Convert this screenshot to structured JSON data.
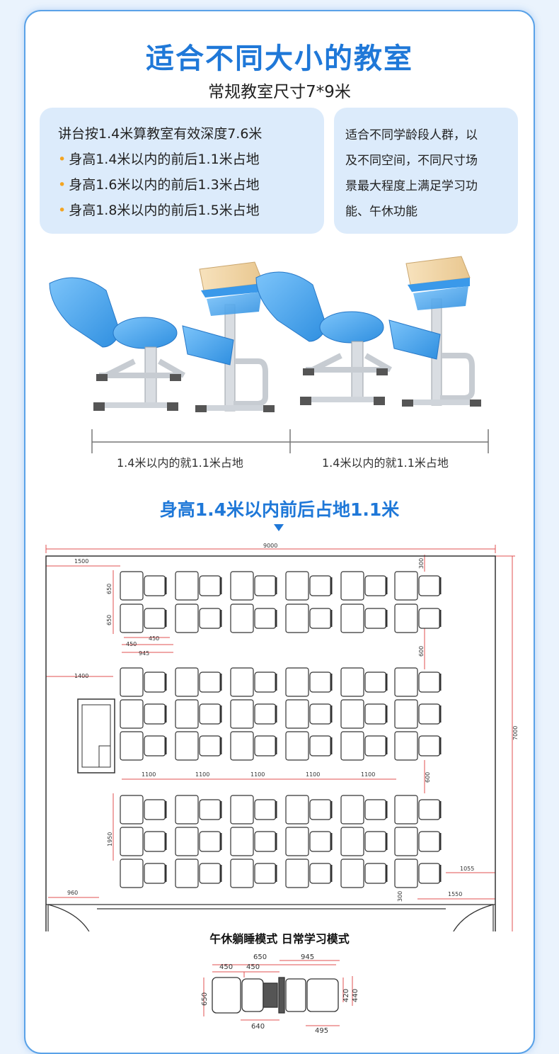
{
  "header": {
    "title": "适合不同大小的教室",
    "subtitle": "常规教室尺寸7*9米"
  },
  "left_card": {
    "heading": "讲台按1.4米算教室有效深度7.6米",
    "items": [
      "身高1.4米以内的前后1.1米占地",
      "身高1.6米以内的前后1.3米占地",
      "身高1.8米以内的前后1.5米占地"
    ]
  },
  "right_card": {
    "lines": [
      "适合不同学龄段人群，以",
      "及不同空间，不同尺寸场",
      "景最大程度上满足学习功",
      "能、午休功能"
    ]
  },
  "dimension_labels": [
    "1.4米以内的就1.1米占地",
    "1.4米以内的就1.1米占地"
  ],
  "section": {
    "title": "身高1.4米以内前后占地1.1米"
  },
  "floor_plan": {
    "total_width": "9000",
    "total_depth": "7000",
    "left_offset": "1500",
    "platform_offset": "1400",
    "row_gap_top": "600",
    "row_gap_mid": "600",
    "top_gap": "300",
    "desk_depth_a": "650",
    "desk_depth_b": "650",
    "w450a": "450",
    "w450b": "450",
    "w945": "945",
    "pitch": [
      "1100",
      "1100",
      "1100",
      "1100",
      "1100"
    ],
    "block_depth": "1950",
    "door": "960",
    "right_a": "1055",
    "right_b": "1550",
    "bottom_gap": "300"
  },
  "modes": {
    "caption": "午休躺睡模式 日常学习模式",
    "d650": "650",
    "d450a": "450",
    "d450b": "450",
    "d945": "945",
    "d650v": "650",
    "d640": "640",
    "d495": "495",
    "d420": "420",
    "d440": "440"
  },
  "colors": {
    "accent": "#1f78d8",
    "chair": "#4aa6f0",
    "desk_top": "#f1d7a8",
    "bullet": "#f3a421",
    "plan_line": "#e05050"
  }
}
